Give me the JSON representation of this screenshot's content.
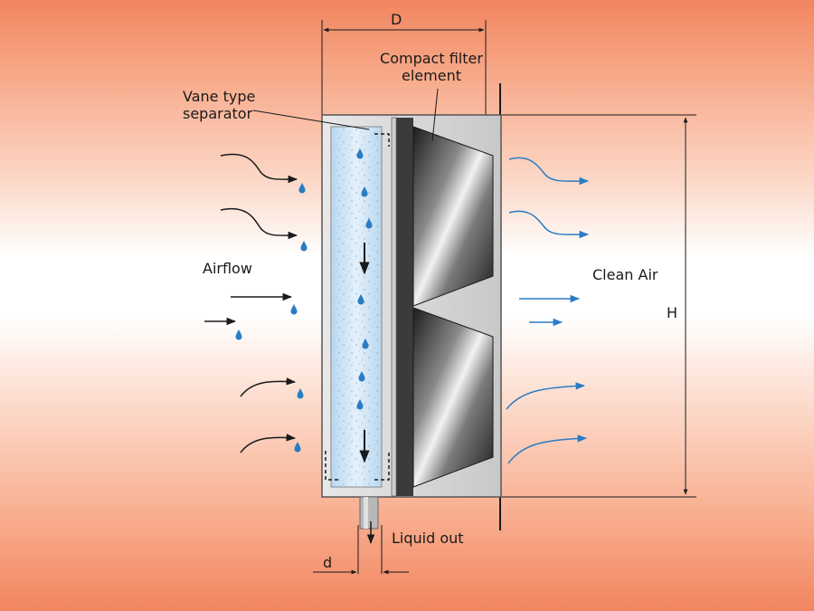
{
  "labels": {
    "dim_d_upper": "D",
    "compact_filter_line1": "Compact filter",
    "compact_filter_line2": "element",
    "vane_line1": "Vane type",
    "vane_line2": "separator",
    "airflow": "Airflow",
    "clean_air": "Clean Air",
    "dim_h": "H",
    "liquid_out": "Liquid out",
    "dim_d_lower": "d"
  },
  "colors": {
    "background_edge": "#f2855f",
    "arrow_dark": "#1a1a1a",
    "arrow_blue": "#2a7cc4",
    "droplet": "#2a7cc4",
    "frame": "#d9d9d9"
  }
}
